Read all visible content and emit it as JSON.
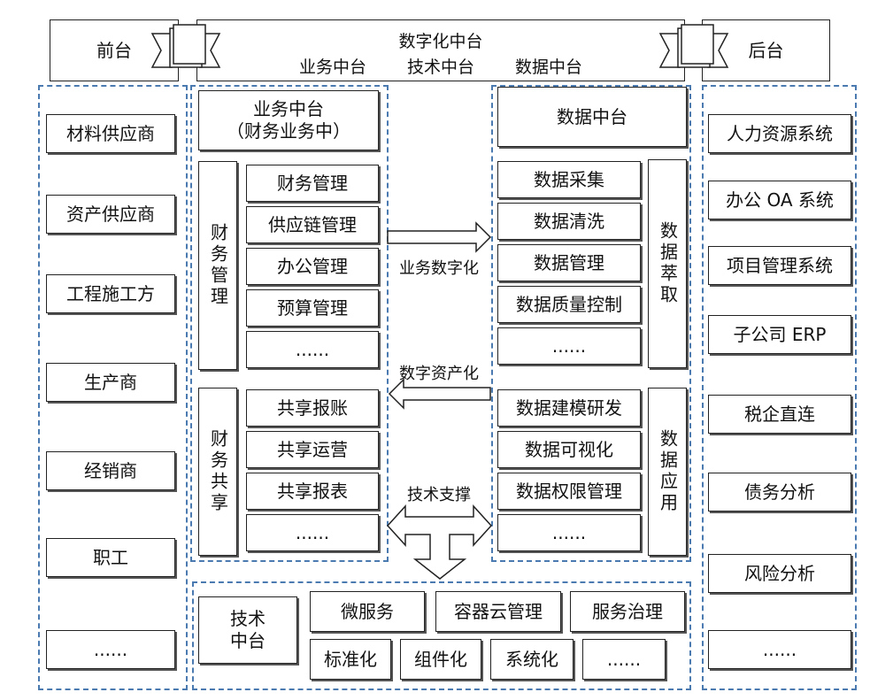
{
  "header": {
    "front": "前台",
    "middle_title": "数字化中台",
    "middle_subtitle": {
      "business": "业务中台",
      "tech": "技术中台",
      "data": "数据中台"
    },
    "back": "后台"
  },
  "front_items": [
    "材料供应商",
    "资产供应商",
    "工程施工方",
    "生产商",
    "经销商",
    "职工",
    "......"
  ],
  "business": {
    "title_line1": "业务中台",
    "title_line2": "（财务业务中）",
    "finance_mgmt_label": "财务管理",
    "finance_mgmt_items": [
      "财务管理",
      "供应链管理",
      "办公管理",
      "预算管理",
      "......"
    ],
    "finance_share_label": "财务共享",
    "finance_share_items": [
      "共享报账",
      "共享运营",
      "共享报表",
      "......"
    ]
  },
  "data_mid": {
    "title": "数据中台",
    "extract_label": "数据萃取",
    "extract_items": [
      "数据采集",
      "数据清洗",
      "数据管理",
      "数据质量控制",
      "......"
    ],
    "apply_label": "数据应用",
    "apply_items": [
      "数据建模研发",
      "数据可视化",
      "数据权限管理",
      "......"
    ]
  },
  "arrows": {
    "to_data": "业务数字化",
    "to_business": "数字资产化",
    "support": "技术支撑"
  },
  "tech": {
    "title_line1": "技术",
    "title_line2": "中台",
    "row1": [
      "微服务",
      "容器云管理",
      "服务治理"
    ],
    "row2": [
      "标准化",
      "组件化",
      "系统化",
      "......"
    ]
  },
  "back_items": [
    "人力资源系统",
    "办公 OA 系统",
    "项目管理系统",
    "子公司 ERP",
    "税企直连",
    "债务分析",
    "风险分析",
    "......"
  ]
}
